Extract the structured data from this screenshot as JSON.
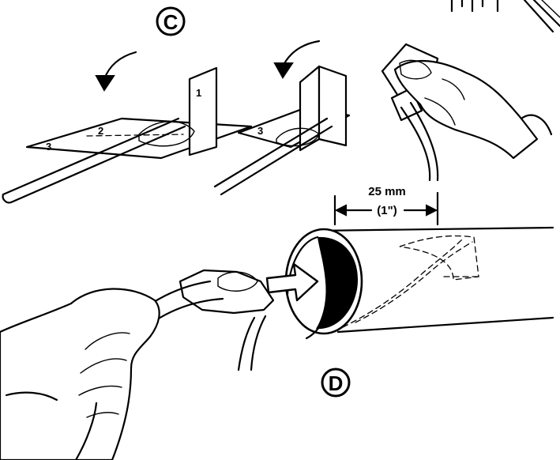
{
  "labels": {
    "step_c": "C",
    "step_d": "D",
    "fold_1": "1",
    "fold_2": "2",
    "fold_3_a": "3",
    "fold_3_b": "3"
  },
  "dimension": {
    "value": "25 mm",
    "imperial": "(1\")"
  },
  "colors": {
    "line": "#000000",
    "background": "#ffffff"
  }
}
